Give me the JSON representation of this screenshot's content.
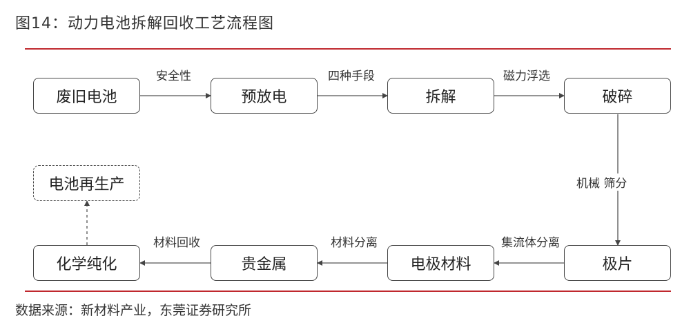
{
  "title": "图14：动力电池拆解回收工艺流程图",
  "source": "数据来源：新材料产业，东莞证券研究所",
  "colors": {
    "rule": "#c0282e",
    "stroke": "#444444"
  },
  "nodes": {
    "waste_battery": "废旧电池",
    "pre_discharge": "预放电",
    "dismantle": "拆解",
    "crush": "破碎",
    "regeneration": "电池再生产",
    "purify": "化学纯化",
    "precious_metal": "贵金属",
    "electrode_material": "电极材料",
    "pole_piece": "极片"
  },
  "edges": {
    "safety": "安全性",
    "four_methods": "四种手段",
    "magnetic_flotation": "磁力浮选",
    "mechanical_sieving": "机械 筛分",
    "collector_separation": "集流体分离",
    "material_separation": "材料分离",
    "material_recovery": "材料回收"
  }
}
